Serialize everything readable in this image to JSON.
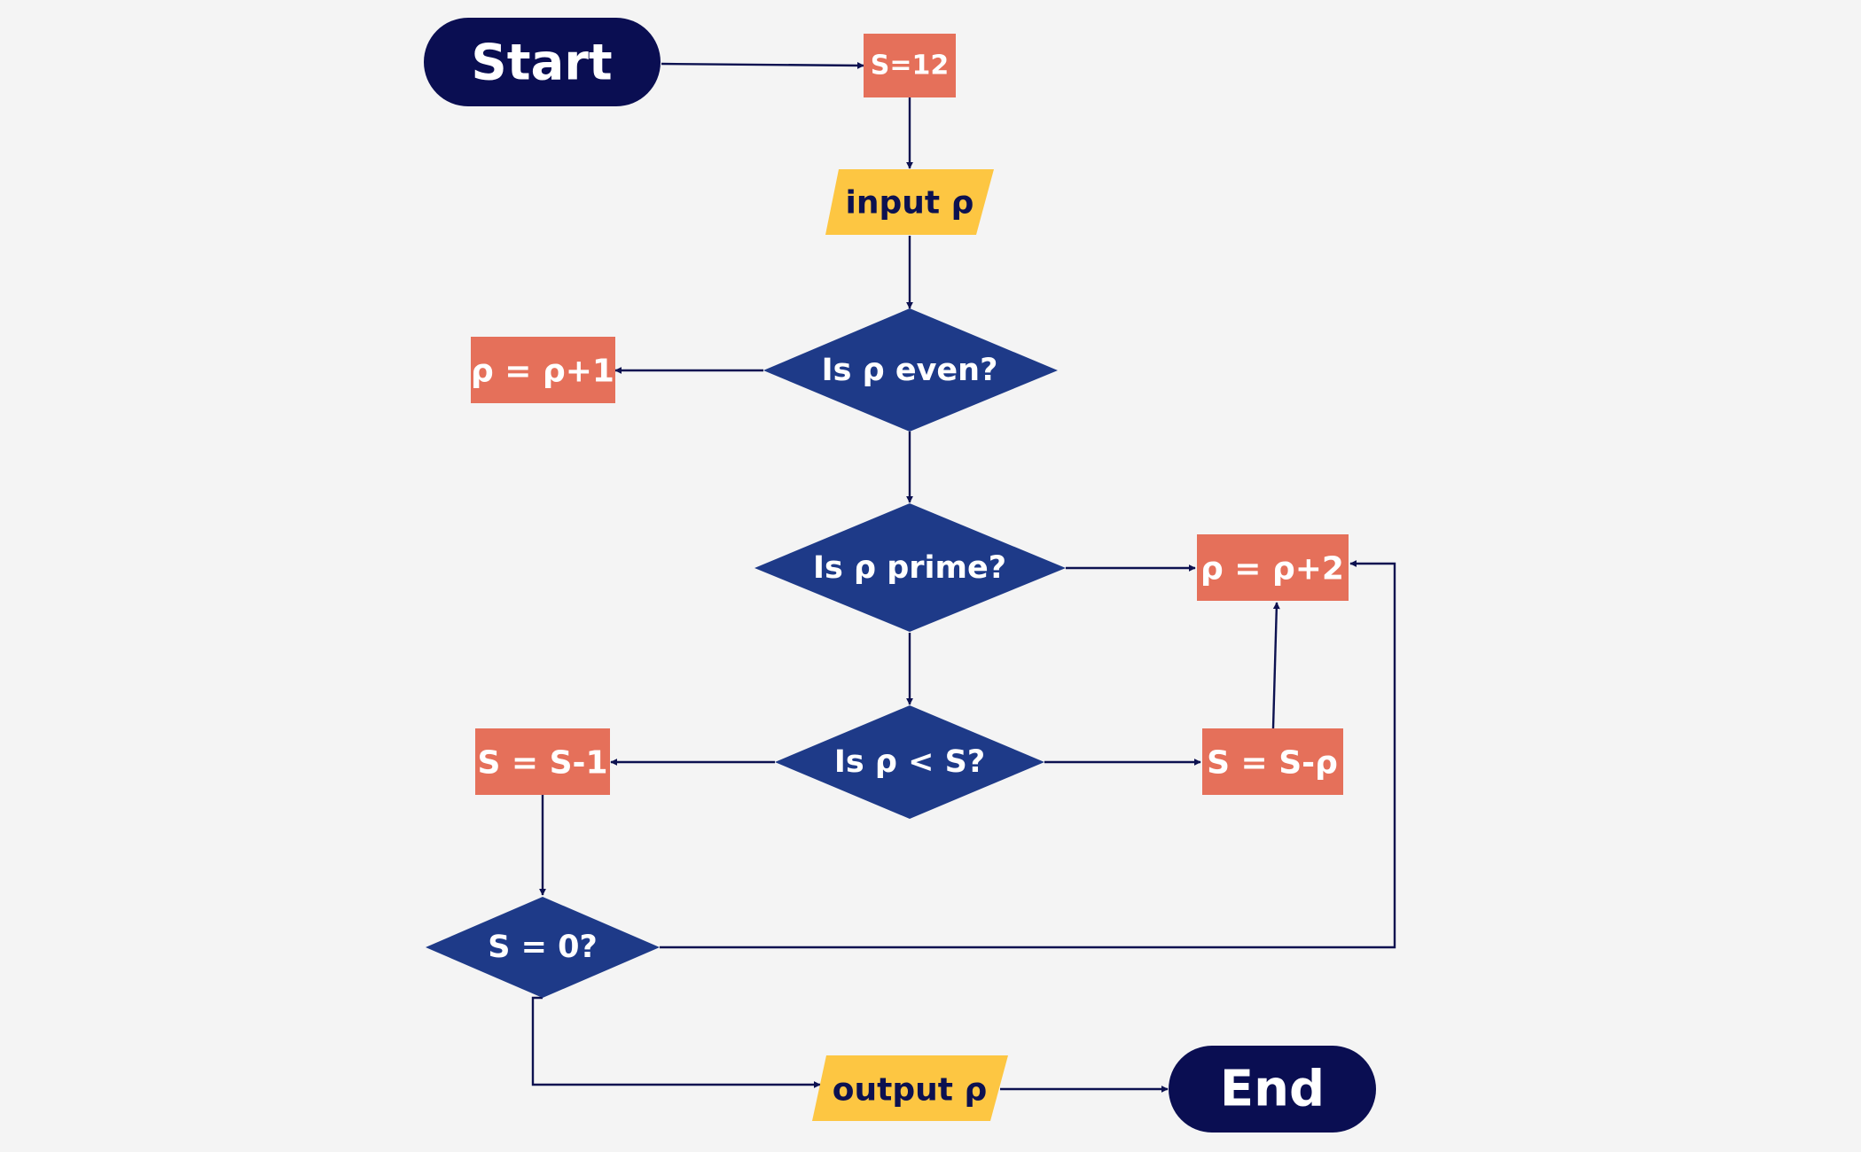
{
  "colors": {
    "background": "#f4f4f4",
    "terminal": "#0a0e52",
    "process": "#e5705a",
    "io": "#fdc642",
    "decision": "#1e3a88",
    "edge": "#0c1150"
  },
  "nodes": {
    "start": "Start",
    "s_init": "S=12",
    "input": "input ρ",
    "is_even": "Is ρ even?",
    "inc_one": "ρ = ρ+1",
    "is_prime": "Is ρ prime?",
    "inc_two": "ρ = ρ+2",
    "less_than": "Is ρ < S?",
    "dec_one": "S = S-1",
    "sub_p": "S = S-ρ",
    "is_zero": "S = 0?",
    "output": "output ρ",
    "end": "End"
  }
}
